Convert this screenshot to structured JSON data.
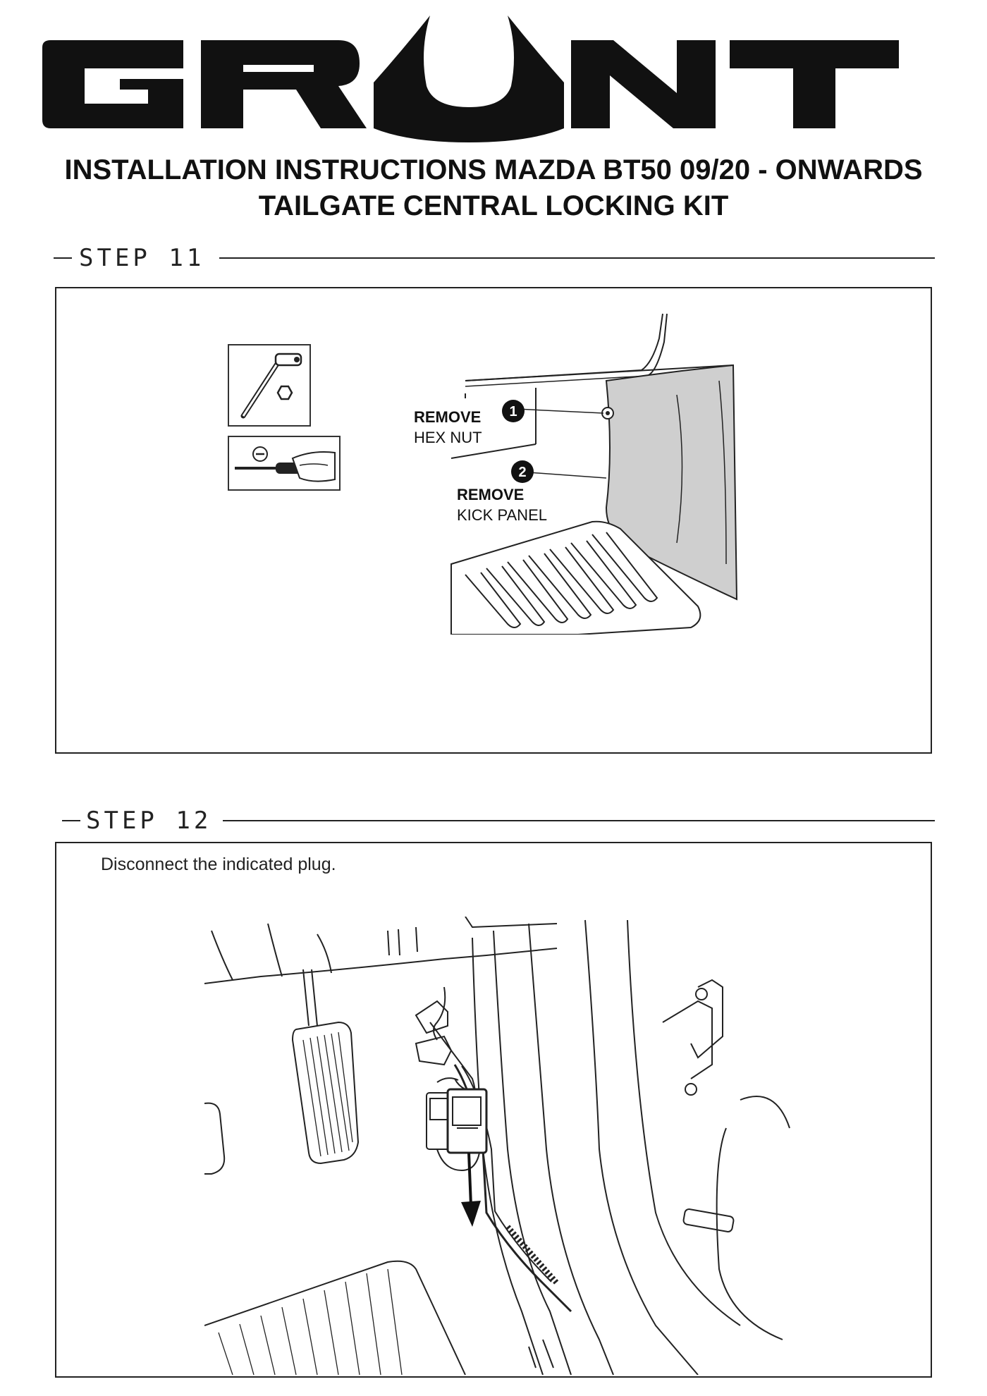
{
  "brand": {
    "logo_text": "GRUNT"
  },
  "header": {
    "title_line1": "INSTALLATION INSTRUCTIONS MAZDA BT50 09/20 - ONWARDS",
    "title_line2": "TAILGATE CENTRAL LOCKING KIT"
  },
  "steps": [
    {
      "label": "STEP 11",
      "tools": [
        "socket-wrench-icon",
        "flat-screwdriver-icon"
      ],
      "callouts": [
        {
          "number": "1",
          "action": "REMOVE",
          "part": "HEX NUT"
        },
        {
          "number": "2",
          "action": "REMOVE",
          "part": "KICK PANEL"
        }
      ]
    },
    {
      "label": "STEP 12",
      "description": "Disconnect the indicated plug."
    }
  ]
}
